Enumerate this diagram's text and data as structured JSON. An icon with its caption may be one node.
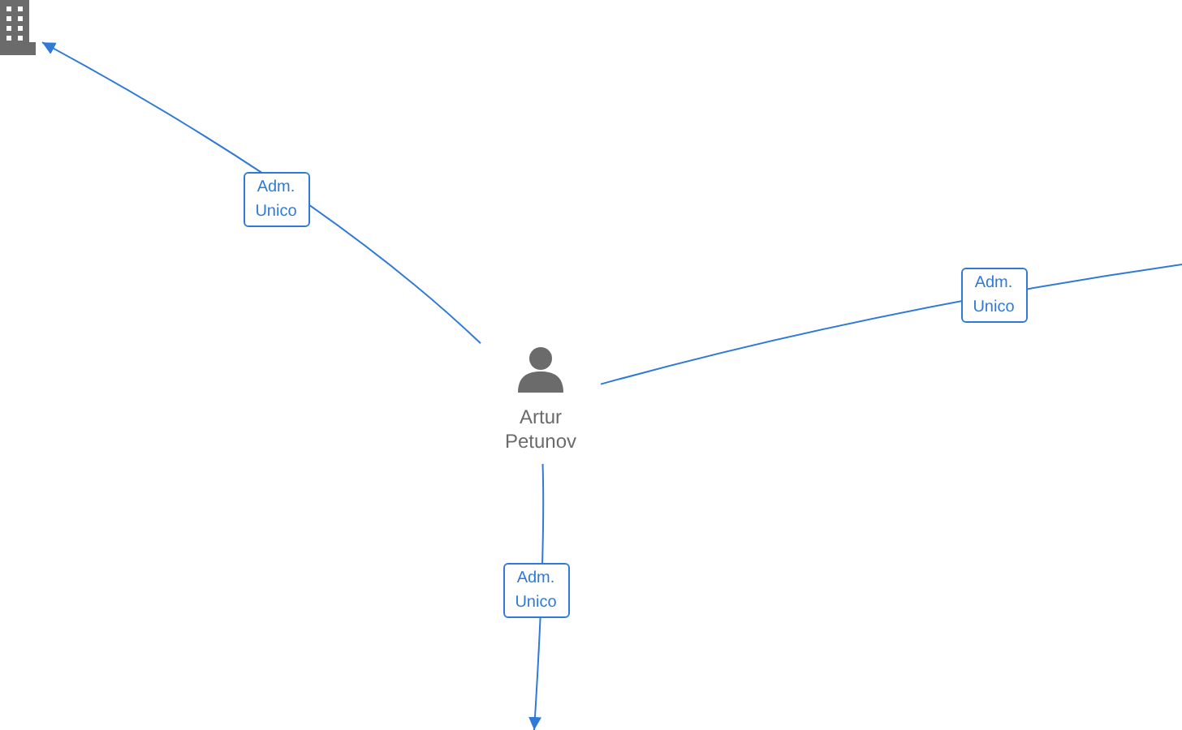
{
  "diagram": {
    "nodes": [
      {
        "text": [
          "Artur Petunov"
        ]
      },
      {
        "text": [],
        "shape": "building"
      }
    ],
    "edges": [
      {
        "from": 0,
        "to": 1,
        "arrow": "to",
        "label": "Adm. Unico"
      },
      {
        "from": 0,
        "to": null,
        "arrow": "none",
        "label": "Adm. Unico"
      },
      {
        "from": 0,
        "to": null,
        "arrow": "to",
        "label": "Adm. Unico"
      }
    ]
  }
}
